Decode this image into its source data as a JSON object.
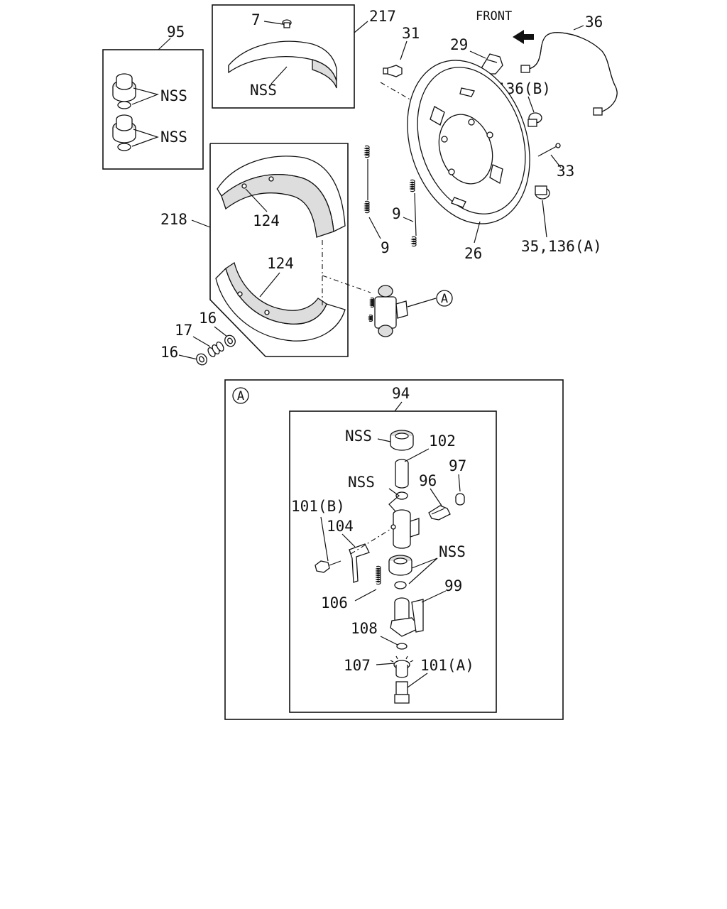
{
  "diagram": {
    "front_label": "FRONT",
    "callout_marker": "A",
    "labels": {
      "p7": "7",
      "p217": "217",
      "p31": "31",
      "p29": "29",
      "p36": "36",
      "p95": "95",
      "nss_217": "NSS",
      "nss_95_top": "NSS",
      "nss_95_bottom": "NSS",
      "p136b": "136(B)",
      "p33": "33",
      "p218": "218",
      "p124_top": "124",
      "p124_bottom": "124",
      "p9_left": "9",
      "p9_right": "9",
      "p26": "26",
      "p35_136a": "35,136(A)",
      "p16_top": "16",
      "p17": "17",
      "p16_bottom": "16",
      "p94": "94",
      "nss_cup": "NSS",
      "p102": "102",
      "p97": "97",
      "nss_mid": "NSS",
      "p96": "96",
      "p101b": "101(B)",
      "p104": "104",
      "nss_low": "NSS",
      "p99": "99",
      "p106": "106",
      "p108": "108",
      "p107": "107",
      "p101a": "101(A)"
    }
  }
}
